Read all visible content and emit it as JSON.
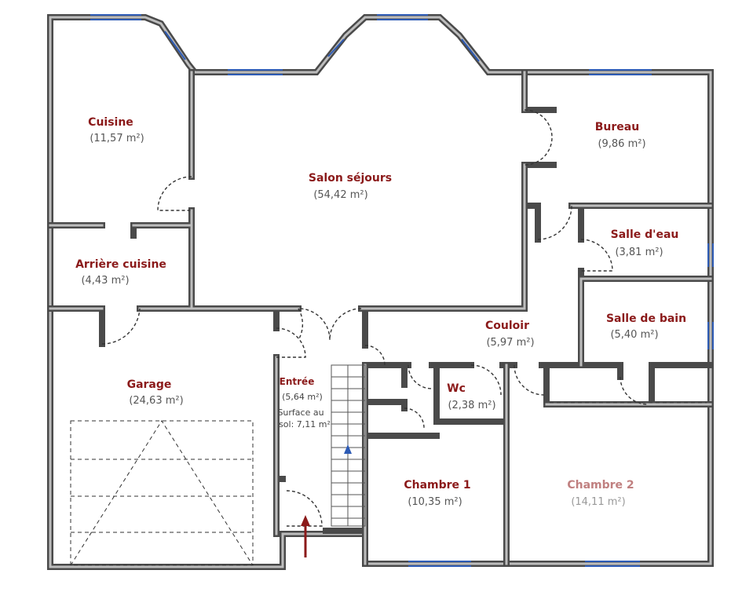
{
  "rooms": [
    {
      "id": "cuisine",
      "name": "Cuisine",
      "area": "(11,57 m²)"
    },
    {
      "id": "salon",
      "name": "Salon séjours",
      "area": "(54,42 m²)"
    },
    {
      "id": "bureau",
      "name": "Bureau",
      "area": "(9,86 m²)"
    },
    {
      "id": "arriere-cuisine",
      "name": "Arrière cuisine",
      "area": "(4,43 m²)"
    },
    {
      "id": "salle-eau",
      "name": "Salle d'eau",
      "area": "(3,81 m²)"
    },
    {
      "id": "salle-bain",
      "name": "Salle de bain",
      "area": "(5,40 m²)"
    },
    {
      "id": "couloir",
      "name": "Couloir",
      "area": "(5,97 m²)"
    },
    {
      "id": "garage",
      "name": "Garage",
      "area": "(24,63 m²)"
    },
    {
      "id": "entree",
      "name": "Entrée",
      "area": "(5,64 m²)",
      "note_line1": "Surface au",
      "note_line2": "sol: 7,11 m²"
    },
    {
      "id": "wc",
      "name": "Wc",
      "area": "(2,38 m²)"
    },
    {
      "id": "chambre1",
      "name": "Chambre 1",
      "area": "(10,35 m²)"
    },
    {
      "id": "chambre2",
      "name": "Chambre 2",
      "area": "(14,11 m²)"
    }
  ],
  "colors": {
    "wall": "#4a4a4a",
    "window": "#2d5bb5",
    "label": "#8b1a1a",
    "area": "#555555",
    "entry_arrow": "#8b1a1a",
    "stair_arrow": "#2d5bb5"
  },
  "icons": [
    "entry-arrow-icon",
    "stair-direction-icon"
  ]
}
